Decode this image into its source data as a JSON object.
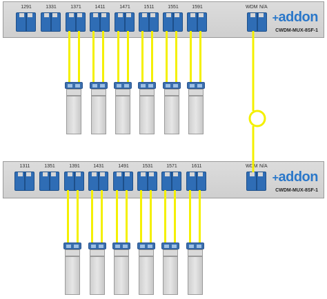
{
  "units": [
    {
      "id": "top",
      "port_labels": [
        "1291",
        "1331",
        "1371",
        "1411",
        "1471",
        "1511",
        "1551",
        "1591"
      ],
      "wdm_label": "WDM",
      "na_label": "N/A",
      "brand": "addon",
      "model": "CWDM-MUX-8SF-1"
    },
    {
      "id": "bottom",
      "port_labels": [
        "1311",
        "1351",
        "1391",
        "1431",
        "1491",
        "1531",
        "1571",
        "1611"
      ],
      "wdm_label": "WDM",
      "na_label": "N/A",
      "brand": "addon",
      "model": "CWDM-MUX-8SF-1"
    }
  ],
  "colors": {
    "fiber": "#f4f000",
    "port": "#2f6db5",
    "brand": "#2a77c9"
  }
}
